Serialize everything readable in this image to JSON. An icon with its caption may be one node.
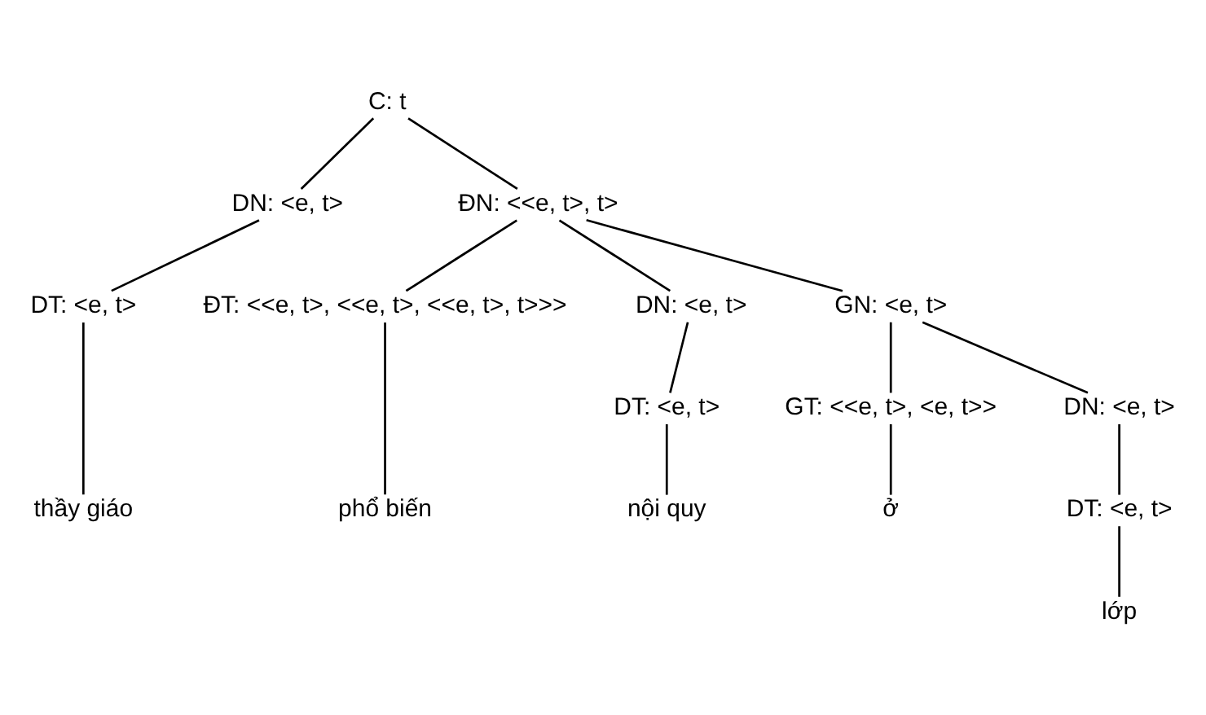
{
  "diagram": {
    "nodes": [
      {
        "text": [
          "C: t"
        ]
      },
      {
        "text": [
          "DN: <e, t>"
        ]
      },
      {
        "text": [
          "ĐN: <<e, t>, t>"
        ]
      },
      {
        "text": [
          "DT: <e, t>"
        ]
      },
      {
        "text": [
          "thầy giáo"
        ]
      },
      {
        "text": [
          "ĐT: <<e, t>, <<e, t>, <<e, t>, t>>>"
        ]
      },
      {
        "text": [
          "DN: <e, t>"
        ]
      },
      {
        "text": [
          "GN: <e, t>"
        ]
      },
      {
        "text": [
          "phổ biến"
        ]
      },
      {
        "text": [
          "DT: <e, t>"
        ]
      },
      {
        "text": [
          "nội quy"
        ]
      },
      {
        "text": [
          "GT: <<e, t>, <e, t>>"
        ]
      },
      {
        "text": [
          "DN: <e, t>"
        ]
      },
      {
        "text": [
          "ở"
        ]
      },
      {
        "text": [
          "DT: <e, t>"
        ]
      },
      {
        "text": [
          "lớp"
        ]
      }
    ],
    "edges": [
      {
        "from": 0,
        "to": 1,
        "arrow": "none"
      },
      {
        "from": 0,
        "to": 2,
        "arrow": "none"
      },
      {
        "from": 1,
        "to": 3,
        "arrow": "none"
      },
      {
        "from": 3,
        "to": 4,
        "arrow": "none"
      },
      {
        "from": 2,
        "to": 5,
        "arrow": "none"
      },
      {
        "from": 2,
        "to": 6,
        "arrow": "none"
      },
      {
        "from": 2,
        "to": 7,
        "arrow": "none"
      },
      {
        "from": 5,
        "to": 8,
        "arrow": "none"
      },
      {
        "from": 6,
        "to": 9,
        "arrow": "none"
      },
      {
        "from": 9,
        "to": 10,
        "arrow": "none"
      },
      {
        "from": 7,
        "to": 11,
        "arrow": "none"
      },
      {
        "from": 7,
        "to": 12,
        "arrow": "none"
      },
      {
        "from": 11,
        "to": 13,
        "arrow": "none"
      },
      {
        "from": 12,
        "to": 14,
        "arrow": "none"
      },
      {
        "from": 14,
        "to": 15,
        "arrow": "none"
      }
    ]
  }
}
